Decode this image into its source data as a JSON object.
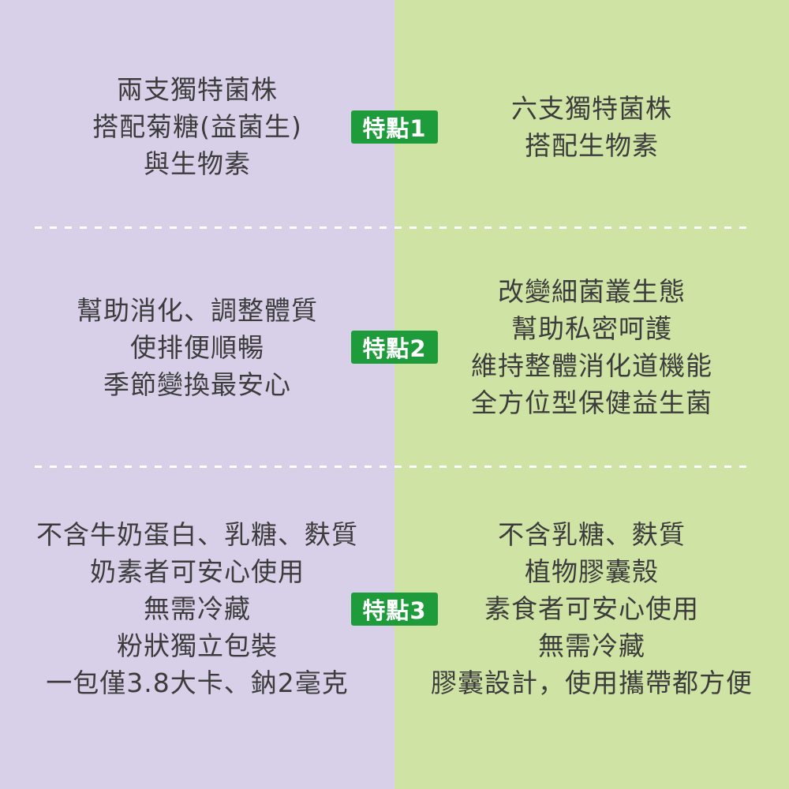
{
  "colors": {
    "left_bg": "#d8d0e8",
    "right_bg": "#cfe3a4",
    "badge_bg": "#1e9c3c",
    "badge_text": "#ffffff",
    "text": "#3c3c3c",
    "divider": "#ffffff"
  },
  "rows": [
    {
      "badge": "特點1",
      "left_lines": [
        "兩支獨特菌株",
        "搭配菊糖(益菌生)",
        "與生物素"
      ],
      "right_lines": [
        "六支獨特菌株",
        "搭配生物素"
      ]
    },
    {
      "badge": "特點2",
      "left_lines": [
        "幫助消化、調整體質",
        "使排便順暢",
        "季節變換最安心"
      ],
      "right_lines": [
        "改變細菌叢生態",
        "幫助私密呵護",
        "維持整體消化道機能",
        "全方位型保健益生菌"
      ]
    },
    {
      "badge": "特點3",
      "left_lines": [
        "不含牛奶蛋白、乳糖、麩質",
        "奶素者可安心使用",
        "無需冷藏",
        "粉狀獨立包裝",
        "一包僅3.8大卡、鈉2毫克"
      ],
      "right_lines": [
        "不含乳糖、麩質",
        "植物膠囊殼",
        "素食者可安心使用",
        "無需冷藏",
        "膠囊設計，使用攜帶都方便"
      ]
    }
  ]
}
